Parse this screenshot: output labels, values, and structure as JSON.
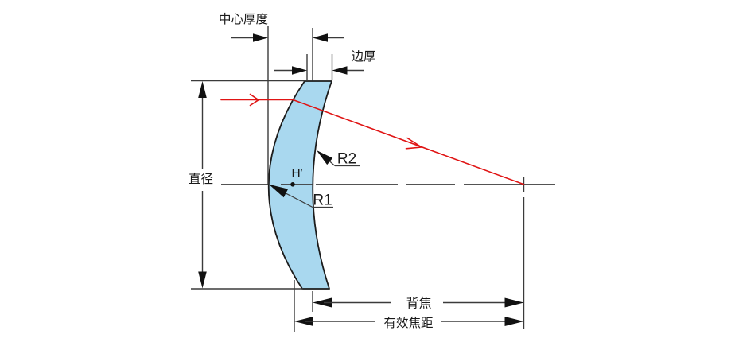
{
  "labels": {
    "center_thickness": "中心厚度",
    "edge_thickness": "边厚",
    "diameter": "直径",
    "back_focus": "背焦",
    "effective_focal_length": "有效焦距",
    "surface_r1": "R1",
    "surface_r2": "R2",
    "principal_point": "H′"
  },
  "colors": {
    "background": "#FFFFFF",
    "lens-fill": "#A9D8EF",
    "lens-stroke": "#1C1C1C",
    "line": "#3B3B3B",
    "arrow": "#111111",
    "ray": "#E01414",
    "text": "#1A1A1A"
  }
}
